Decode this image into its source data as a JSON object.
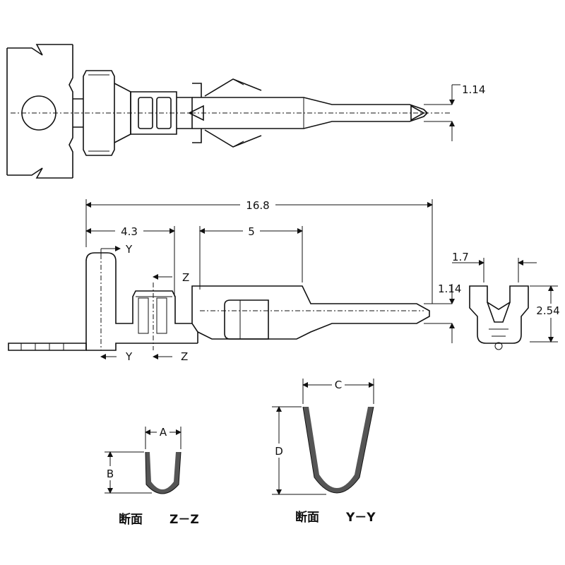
{
  "dimensions": {
    "total_length": "16.8",
    "crimp_length": "4.3",
    "contact_length": "5",
    "pin_height_top": "1.14",
    "pin_height_side": "1.14",
    "width": "1.7",
    "height": "2.54"
  },
  "section_marks": {
    "y_top": "Y",
    "y_bottom": "Y",
    "z_top": "Z",
    "z_bottom": "Z"
  },
  "section_dims": {
    "a": "A",
    "b": "B",
    "c": "C",
    "d": "D"
  },
  "section_labels": {
    "z_prefix": "断面",
    "z_name": "Z－Z",
    "y_prefix": "断面",
    "y_name": "Y－Y"
  }
}
